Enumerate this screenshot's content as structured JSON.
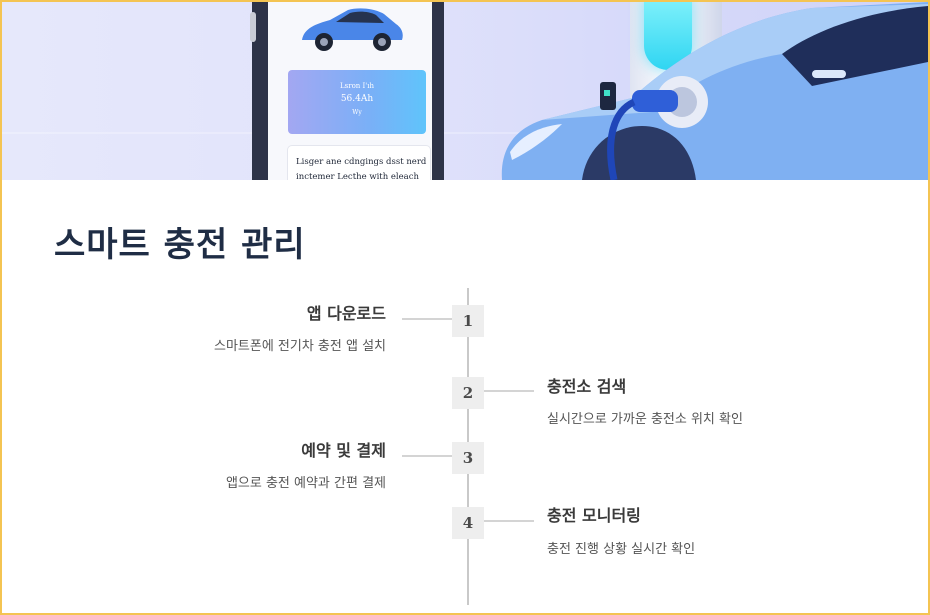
{
  "hero": {
    "phone_card": {
      "line1": "Lsron I'ıh",
      "line2": "56.4Ah",
      "line3": "Wy"
    },
    "phone_note": {
      "line1": "Lisger ane cdngings dsst nerd",
      "line2": "inctemer Lecthe with eleach"
    }
  },
  "page_title": "스마트 충전 관리",
  "steps": [
    {
      "number": "1",
      "title": "앱 다운로드",
      "description": "스마트폰에 전기차 충전 앱 설치"
    },
    {
      "number": "2",
      "title": "충전소 검색",
      "description": "실시간으로 가까운 충전소 위치 확인"
    },
    {
      "number": "3",
      "title": "예약 및 결제",
      "description": "앱으로 충전 예약과 간편 결제"
    },
    {
      "number": "4",
      "title": "충전 모니터링",
      "description": "충전 진행 상황 실시간 확인"
    }
  ],
  "colors": {
    "frame_border": "#f4c452",
    "title": "#1f2d45",
    "badge_bg": "#eeeeee",
    "timeline": "#c9c9c9"
  }
}
